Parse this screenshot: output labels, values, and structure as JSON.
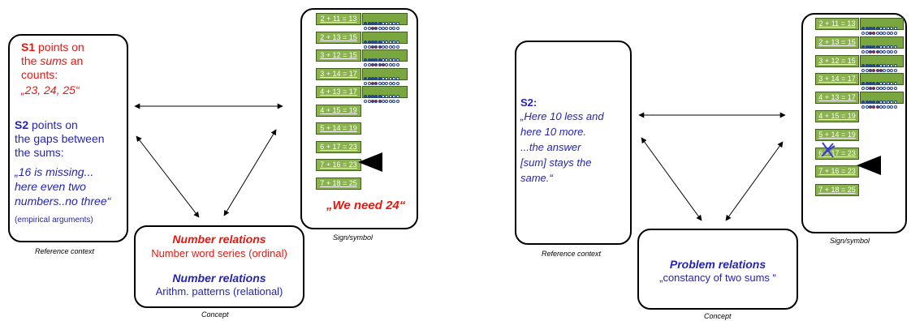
{
  "left": {
    "reference": {
      "s1_label": "S1",
      "s1_line1": " points on",
      "s1_line2_a": "the ",
      "s1_line2_b": "sums",
      "s1_line2_c": " an",
      "s1_line3": "counts:",
      "s1_quote": "„23, 24, 25“",
      "s2_label": "S2",
      "s2_line1": " points on",
      "s2_line2": "the gaps between",
      "s2_line3": "the sums:",
      "s2_quote1": "„16 is missing...",
      "s2_quote2": "here even two",
      "s2_quote3": "numbers..no three“",
      "s2_note": "(empirical arguments)",
      "caption": "Reference context"
    },
    "concept": {
      "title1": "Number relations",
      "sub1": "Number word series (ordinal)",
      "title2": "Number relations",
      "sub2": "Arithm. patterns (relational)",
      "caption": "Concept"
    },
    "sign": {
      "quote": "„We need 24“",
      "caption": "Sign/symbol"
    }
  },
  "right": {
    "reference": {
      "s2_label": "S2",
      "line1": "„Here 10 less and",
      "line2": "here 10 more.",
      "line3": "...the answer",
      "line4": "[sum] stays the",
      "line5": "same.“",
      "caption": "Reference context"
    },
    "concept": {
      "title": "Problem relations",
      "sub": "„constancy of two sums “",
      "caption": "Concept"
    },
    "sign": {
      "caption": "Sign/symbol"
    }
  },
  "equations": [
    "2 + 11 = 13",
    "2 + 13 = 15",
    "3 + 12 = 15",
    "3 + 14 = 17",
    "4 + 13 = 17",
    "4 + 15 = 19",
    "5 + 14 = 19",
    "6 + 17 = 23",
    "7 + 16 = 23",
    "7 + 18 = 25"
  ],
  "colors": {
    "red": "#e8160f",
    "blue": "#2424b4",
    "green": "#8ab34b"
  }
}
